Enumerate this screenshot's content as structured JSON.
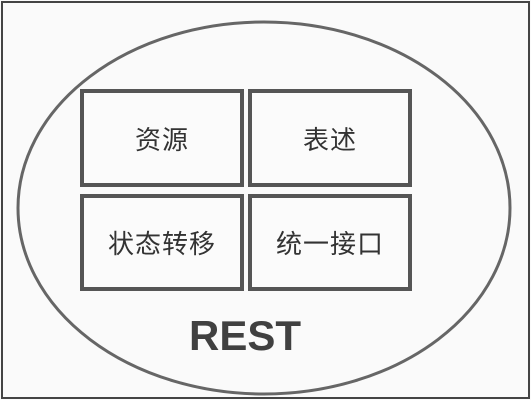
{
  "diagram": {
    "boxes": [
      {
        "label": "资源"
      },
      {
        "label": "表述"
      },
      {
        "label": "状态转移"
      },
      {
        "label": "统一接口"
      }
    ],
    "caption": "REST"
  },
  "colors": {
    "stroke": "#555555",
    "text": "#333333",
    "caption": "#404040",
    "background": "#fafafa"
  }
}
